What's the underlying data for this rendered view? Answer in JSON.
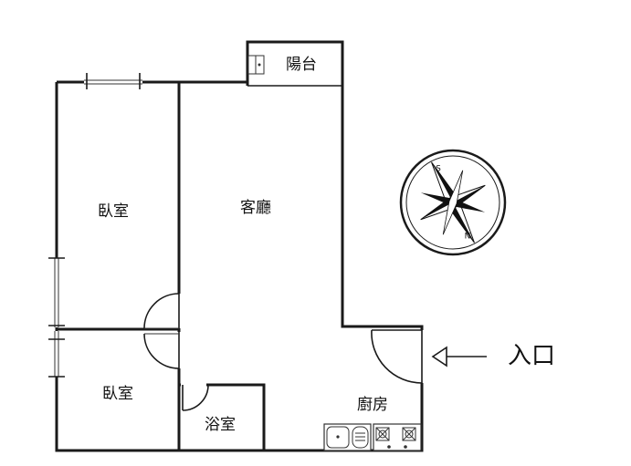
{
  "rooms": {
    "bedroom_top": "臥室",
    "bedroom_bottom": "臥室",
    "living_room": "客廳",
    "balcony": "陽台",
    "bathroom": "浴室",
    "kitchen": "廚房"
  },
  "entrance": {
    "label": "入口"
  },
  "compass": {
    "south": "S",
    "north": "N"
  },
  "colors": {
    "wall": "#1a1a1a",
    "background": "#ffffff"
  }
}
